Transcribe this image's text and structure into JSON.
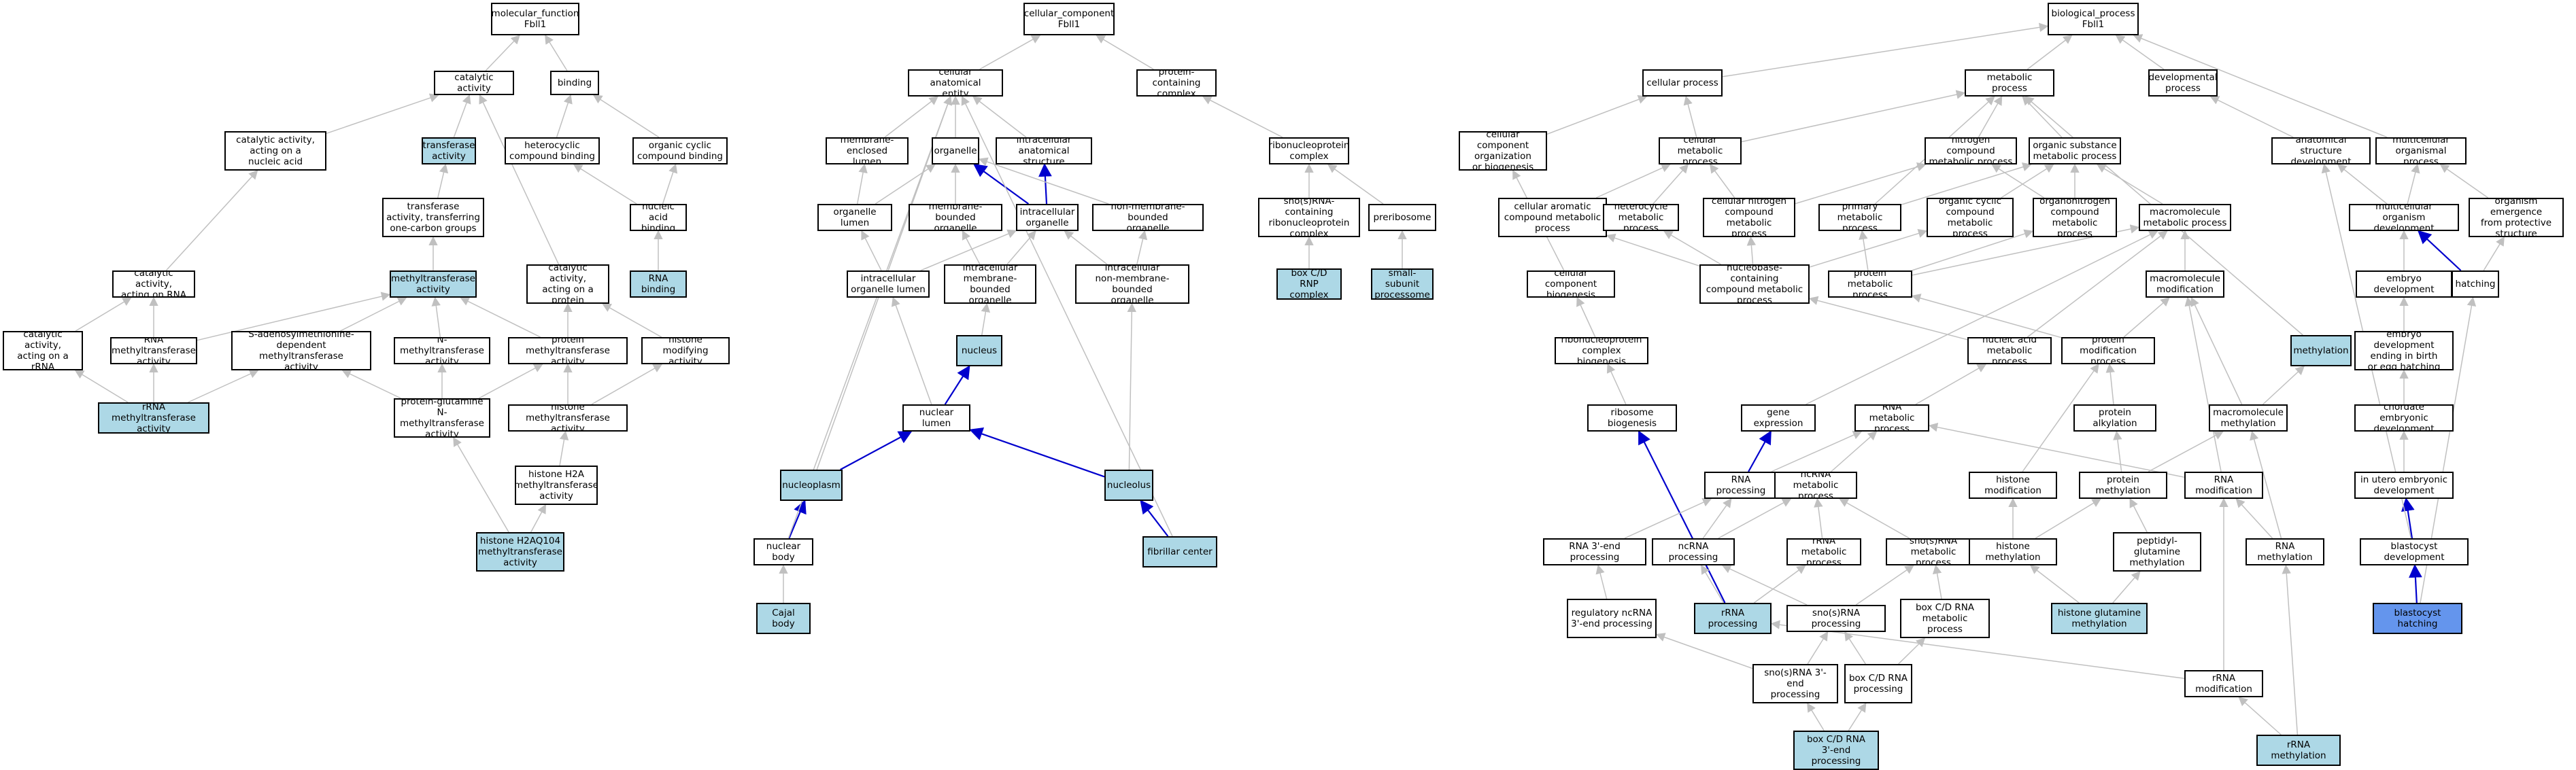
{
  "colors": {
    "edge_default": "#c0c0c0",
    "edge_highlight": "#0000cd",
    "node_highlight": "#add8e6",
    "node_focus": "#6495ed",
    "node_fill": "#ffffff"
  },
  "nodes": [
    {
      "id": "mf",
      "label": "molecular_function\nFbll1"
    },
    {
      "id": "cat",
      "label": "catalytic activity"
    },
    {
      "id": "bind",
      "label": "binding"
    },
    {
      "id": "cat_na",
      "label": "catalytic activity,\nacting on a\nnucleic acid"
    },
    {
      "id": "transf",
      "label": "transferase\nactivity",
      "hl": true
    },
    {
      "id": "hetcomp",
      "label": "heterocyclic\ncompound binding"
    },
    {
      "id": "orgcyc",
      "label": "organic cyclic\ncompound binding"
    },
    {
      "id": "transf1c",
      "label": "transferase\nactivity, transferring\none-carbon groups"
    },
    {
      "id": "nabind",
      "label": "nucleic acid\nbinding"
    },
    {
      "id": "methyltr",
      "label": "methyltransferase\nactivity",
      "hl": true
    },
    {
      "id": "cat_rna",
      "label": "catalytic activity,\nacting on RNA"
    },
    {
      "id": "cat_prot",
      "label": "catalytic activity,\nacting on a\nprotein"
    },
    {
      "id": "rnabind",
      "label": "RNA binding",
      "hl": true
    },
    {
      "id": "cat_rrna",
      "label": "catalytic activity,\nacting on a\nrRNA"
    },
    {
      "id": "rnamt",
      "label": "RNA methyltransferase\nactivity"
    },
    {
      "id": "sam",
      "label": "S-adenosylmethionine-dependent\nmethyltransferase\nactivity"
    },
    {
      "id": "nmt",
      "label": "N-methyltransferase\nactivity"
    },
    {
      "id": "protmt",
      "label": "protein methyltransferase\nactivity"
    },
    {
      "id": "histmod",
      "label": "histone modifying\nactivity"
    },
    {
      "id": "rrnamt",
      "label": "rRNA methyltransferase\nactivity",
      "hl": true
    },
    {
      "id": "pqnmt",
      "label": "protein-glutamine\nN-methyltransferase\nactivity"
    },
    {
      "id": "histmt",
      "label": "histone methyltransferase\nactivity"
    },
    {
      "id": "h2amt",
      "label": "histone H2A\nmethyltransferase\nactivity"
    },
    {
      "id": "h2aq104",
      "label": "histone H2AQ104\nmethyltransferase\nactivity",
      "hl": true
    },
    {
      "id": "cc",
      "label": "cellular_component\nFbll1"
    },
    {
      "id": "cae",
      "label": "cellular anatomical\nentity"
    },
    {
      "id": "pcc",
      "label": "protein-containing\ncomplex"
    },
    {
      "id": "mel",
      "label": "membrane-enclosed\nlumen"
    },
    {
      "id": "org",
      "label": "organelle"
    },
    {
      "id": "ias",
      "label": "intracellular\nanatomical structure"
    },
    {
      "id": "rnp",
      "label": "ribonucleoprotein\ncomplex"
    },
    {
      "id": "orglum",
      "label": "organelle lumen"
    },
    {
      "id": "mbo",
      "label": "membrane-bounded\norganelle"
    },
    {
      "id": "io",
      "label": "intracellular\norganelle"
    },
    {
      "id": "nmbo",
      "label": "non-membrane-bounded\norganelle"
    },
    {
      "id": "snornp",
      "label": "sno(s)RNA-containing\nribonucleoprotein\ncomplex"
    },
    {
      "id": "prerib",
      "label": "preribosome"
    },
    {
      "id": "iol",
      "label": "intracellular\norganelle lumen"
    },
    {
      "id": "imbo",
      "label": "intracellular\nmembrane-bounded\norganelle"
    },
    {
      "id": "inmbo",
      "label": "intracellular\nnon-membrane-bounded\norganelle"
    },
    {
      "id": "boxcd",
      "label": "box C/D RNP\ncomplex",
      "hl": true
    },
    {
      "id": "ssp",
      "label": "small-subunit\nprocessome",
      "hl": true
    },
    {
      "id": "nucleus",
      "label": "nucleus",
      "hl": true
    },
    {
      "id": "nuclum",
      "label": "nuclear lumen"
    },
    {
      "id": "nucleoplasm",
      "label": "nucleoplasm",
      "hl": true
    },
    {
      "id": "nucleolus",
      "label": "nucleolus",
      "hl": true
    },
    {
      "id": "nucbody",
      "label": "nuclear body"
    },
    {
      "id": "fibc",
      "label": "fibrillar center",
      "hl": true
    },
    {
      "id": "cajal",
      "label": "Cajal body",
      "hl": true
    },
    {
      "id": "bp",
      "label": "biological_process\nFbll1"
    },
    {
      "id": "cellproc",
      "label": "cellular process"
    },
    {
      "id": "metproc",
      "label": "metabolic process"
    },
    {
      "id": "devproc",
      "label": "developmental\nprocess"
    },
    {
      "id": "ccob",
      "label": "cellular component\norganization\nor biogenesis"
    },
    {
      "id": "cmp",
      "label": "cellular metabolic\nprocess"
    },
    {
      "id": "ncmp",
      "label": "nitrogen compound\nmetabolic process"
    },
    {
      "id": "osmp",
      "label": "organic substance\nmetabolic process"
    },
    {
      "id": "asd",
      "label": "anatomical structure\ndevelopment"
    },
    {
      "id": "mop",
      "label": "multicellular\norganismal process"
    },
    {
      "id": "cacmp",
      "label": "cellular aromatic\ncompound metabolic\nprocess"
    },
    {
      "id": "hmp",
      "label": "heterocycle\nmetabolic process"
    },
    {
      "id": "cncmp",
      "label": "cellular nitrogen\ncompound metabolic\nprocess"
    },
    {
      "id": "pmp",
      "label": "primary metabolic\nprocess"
    },
    {
      "id": "occmp",
      "label": "organic cyclic\ncompound metabolic\nprocess"
    },
    {
      "id": "oncmp",
      "label": "organonitrogen\ncompound metabolic\nprocess"
    },
    {
      "id": "macmp",
      "label": "macromolecule\nmetabolic process"
    },
    {
      "id": "mod",
      "label": "multicellular\norganism development"
    },
    {
      "id": "oefps",
      "label": "organism emergence\nfrom protective\nstructure"
    },
    {
      "id": "ccb",
      "label": "cellular component\nbiogenesis"
    },
    {
      "id": "nbcmp",
      "label": "nucleobase-containing\ncompound metabolic\nprocess"
    },
    {
      "id": "protmp",
      "label": "protein metabolic\nprocess"
    },
    {
      "id": "macmod",
      "label": "macromolecule\nmodification"
    },
    {
      "id": "embdev",
      "label": "embryo development"
    },
    {
      "id": "hatching",
      "label": "hatching"
    },
    {
      "id": "rnpcb",
      "label": "ribonucleoprotein\ncomplex biogenesis"
    },
    {
      "id": "namp",
      "label": "nucleic acid\nmetabolic process"
    },
    {
      "id": "pmodp",
      "label": "protein modification\nprocess"
    },
    {
      "id": "methylation",
      "label": "methylation",
      "hl": true
    },
    {
      "id": "edeb",
      "label": "embryo development\nending in birth\nor egg hatching"
    },
    {
      "id": "ribobio",
      "label": "ribosome biogenesis"
    },
    {
      "id": "geneexp",
      "label": "gene expression"
    },
    {
      "id": "rnamp",
      "label": "RNA metabolic\nprocess"
    },
    {
      "id": "protalk",
      "label": "protein alkylation"
    },
    {
      "id": "macmeth",
      "label": "macromolecule\nmethylation"
    },
    {
      "id": "ced",
      "label": "chordate embryonic\ndevelopment"
    },
    {
      "id": "rnaproc",
      "label": "RNA processing"
    },
    {
      "id": "ncrnamp",
      "label": "ncRNA metabolic\nprocess"
    },
    {
      "id": "histmodp",
      "label": "histone modification"
    },
    {
      "id": "protmeth",
      "label": "protein methylation"
    },
    {
      "id": "rnamod",
      "label": "RNA modification"
    },
    {
      "id": "iued",
      "label": "in utero embryonic\ndevelopment"
    },
    {
      "id": "rna3end",
      "label": "RNA 3'-end processing"
    },
    {
      "id": "ncrnaproc",
      "label": "ncRNA processing"
    },
    {
      "id": "rrnamp",
      "label": "rRNA metabolic\nprocess"
    },
    {
      "id": "snornamp",
      "label": "sno(s)RNA metabolic\nprocess"
    },
    {
      "id": "histmeth",
      "label": "histone methylation"
    },
    {
      "id": "pgm",
      "label": "peptidyl-glutamine\nmethylation"
    },
    {
      "id": "rnameth",
      "label": "RNA methylation"
    },
    {
      "id": "blastdev",
      "label": "blastocyst development"
    },
    {
      "id": "rnc3end",
      "label": "regulatory ncRNA\n3'-end processing"
    },
    {
      "id": "rrnaproc",
      "label": "rRNA processing",
      "hl": true
    },
    {
      "id": "snornaproc",
      "label": "sno(s)RNA processing"
    },
    {
      "id": "boxcdmp",
      "label": "box C/D RNA\nmetabolic process"
    },
    {
      "id": "hgm",
      "label": "histone glutamine\nmethylation",
      "hl": true
    },
    {
      "id": "blasthatch",
      "label": "blastocyst hatching",
      "focus": true
    },
    {
      "id": "sno3end",
      "label": "sno(s)RNA 3'-end\nprocessing"
    },
    {
      "id": "boxcdproc",
      "label": "box C/D RNA\nprocessing"
    },
    {
      "id": "rrnamod",
      "label": "rRNA modification"
    },
    {
      "id": "boxcd3end",
      "label": "box C/D RNA\n3'-end processing",
      "hl": true
    },
    {
      "id": "rrnameth",
      "label": "rRNA methylation",
      "hl": true
    }
  ],
  "edges": [
    [
      "cat",
      "mf",
      0
    ],
    [
      "bind",
      "mf",
      0
    ],
    [
      "cat_na",
      "cat",
      0
    ],
    [
      "transf",
      "cat",
      0
    ],
    [
      "cat_prot",
      "cat",
      0
    ],
    [
      "hetcomp",
      "bind",
      0
    ],
    [
      "orgcyc",
      "bind",
      0
    ],
    [
      "nabind",
      "hetcomp",
      0
    ],
    [
      "nabind",
      "orgcyc",
      0
    ],
    [
      "rnabind",
      "nabind",
      0
    ],
    [
      "transf1c",
      "transf",
      0
    ],
    [
      "methyltr",
      "transf1c",
      0
    ],
    [
      "cat_rna",
      "cat_na",
      0
    ],
    [
      "cat_rrna",
      "cat_rna",
      0
    ],
    [
      "rnamt",
      "cat_rna",
      0
    ],
    [
      "rnamt",
      "methyltr",
      0
    ],
    [
      "sam",
      "methyltr",
      0
    ],
    [
      "nmt",
      "methyltr",
      0
    ],
    [
      "protmt",
      "methyltr",
      0
    ],
    [
      "protmt",
      "cat_prot",
      0
    ],
    [
      "histmod",
      "cat_prot",
      0
    ],
    [
      "rrnamt",
      "cat_rrna",
      0
    ],
    [
      "rrnamt",
      "rnamt",
      0
    ],
    [
      "rrnamt",
      "sam",
      0
    ],
    [
      "pqnmt",
      "sam",
      0
    ],
    [
      "pqnmt",
      "nmt",
      0
    ],
    [
      "pqnmt",
      "protmt",
      0
    ],
    [
      "histmt",
      "protmt",
      0
    ],
    [
      "histmt",
      "histmod",
      0
    ],
    [
      "h2amt",
      "histmt",
      0
    ],
    [
      "h2aq104",
      "h2amt",
      0
    ],
    [
      "h2aq104",
      "pqnmt",
      0
    ],
    [
      "cae",
      "cc",
      0
    ],
    [
      "pcc",
      "cc",
      0
    ],
    [
      "mel",
      "cae",
      0
    ],
    [
      "org",
      "cae",
      0
    ],
    [
      "ias",
      "cae",
      0
    ],
    [
      "rnp",
      "pcc",
      0
    ],
    [
      "snornp",
      "rnp",
      0
    ],
    [
      "prerib",
      "rnp",
      0
    ],
    [
      "boxcd",
      "snornp",
      0
    ],
    [
      "ssp",
      "prerib",
      0
    ],
    [
      "orglum",
      "mel",
      0
    ],
    [
      "orglum",
      "org",
      0
    ],
    [
      "mbo",
      "org",
      0
    ],
    [
      "io",
      "org",
      1
    ],
    [
      "io",
      "ias",
      1
    ],
    [
      "nmbo",
      "org",
      0
    ],
    [
      "iol",
      "orglum",
      0
    ],
    [
      "iol",
      "io",
      0
    ],
    [
      "imbo",
      "mbo",
      0
    ],
    [
      "imbo",
      "io",
      0
    ],
    [
      "inmbo",
      "nmbo",
      0
    ],
    [
      "inmbo",
      "io",
      0
    ],
    [
      "nucleus",
      "imbo",
      0
    ],
    [
      "nuclum",
      "nucleus",
      1
    ],
    [
      "nuclum",
      "iol",
      0
    ],
    [
      "nucleoplasm",
      "nuclum",
      1
    ],
    [
      "nucleolus",
      "nuclum",
      1
    ],
    [
      "nucleolus",
      "inmbo",
      0
    ],
    [
      "nucleoplasm",
      "cae",
      0
    ],
    [
      "nucbody",
      "nucleoplasm",
      1
    ],
    [
      "nucbody",
      "cae",
      0
    ],
    [
      "fibc",
      "nucleolus",
      1
    ],
    [
      "fibc",
      "cae",
      0
    ],
    [
      "cajal",
      "nucbody",
      0
    ],
    [
      "cellproc",
      "bp",
      0
    ],
    [
      "metproc",
      "bp",
      0
    ],
    [
      "devproc",
      "bp",
      0
    ],
    [
      "mop",
      "bp",
      0
    ],
    [
      "ccob",
      "cellproc",
      0
    ],
    [
      "cmp",
      "cellproc",
      0
    ],
    [
      "cmp",
      "metproc",
      0
    ],
    [
      "ncmp",
      "metproc",
      0
    ],
    [
      "osmp",
      "metproc",
      0
    ],
    [
      "pmp",
      "metproc",
      0
    ],
    [
      "methylation",
      "metproc",
      0
    ],
    [
      "asd",
      "devproc",
      0
    ],
    [
      "mod",
      "mop",
      0
    ],
    [
      "mod",
      "asd",
      0
    ],
    [
      "oefps",
      "mop",
      0
    ],
    [
      "cacmp",
      "cmp",
      0
    ],
    [
      "hmp",
      "cmp",
      0
    ],
    [
      "cncmp",
      "cmp",
      0
    ],
    [
      "cncmp",
      "ncmp",
      0
    ],
    [
      "pmp",
      "osmp",
      0
    ],
    [
      "occmp",
      "osmp",
      0
    ],
    [
      "oncmp",
      "osmp",
      0
    ],
    [
      "oncmp",
      "ncmp",
      0
    ],
    [
      "macmp",
      "osmp",
      0
    ],
    [
      "ccb",
      "ccob",
      0
    ],
    [
      "rnpcb",
      "ccb",
      0
    ],
    [
      "ribobio",
      "rnpcb",
      0
    ],
    [
      "rrnaproc",
      "ribobio",
      1
    ],
    [
      "nbcmp",
      "cacmp",
      0
    ],
    [
      "nbcmp",
      "hmp",
      0
    ],
    [
      "nbcmp",
      "cncmp",
      0
    ],
    [
      "nbcmp",
      "occmp",
      0
    ],
    [
      "protmp",
      "pmp",
      0
    ],
    [
      "protmp",
      "oncmp",
      0
    ],
    [
      "protmp",
      "macmp",
      0
    ],
    [
      "macmod",
      "macmp",
      0
    ],
    [
      "namp",
      "nbcmp",
      0
    ],
    [
      "namp",
      "macmp",
      0
    ],
    [
      "geneexp",
      "macmp",
      0
    ],
    [
      "pmodp",
      "protmp",
      0
    ],
    [
      "pmodp",
      "macmod",
      0
    ],
    [
      "macmeth",
      "macmod",
      0
    ],
    [
      "macmeth",
      "methylation",
      0
    ],
    [
      "embdev",
      "mod",
      0
    ],
    [
      "hatching",
      "oefps",
      0
    ],
    [
      "hatching",
      "mod",
      1
    ],
    [
      "edeb",
      "embdev",
      0
    ],
    [
      "ced",
      "edeb",
      0
    ],
    [
      "iued",
      "ced",
      0
    ],
    [
      "blastdev",
      "iued",
      1
    ],
    [
      "blastdev",
      "asd",
      0
    ],
    [
      "blasthatch",
      "blastdev",
      1
    ],
    [
      "blasthatch",
      "hatching",
      0
    ],
    [
      "rnamp",
      "namp",
      0
    ],
    [
      "rnaproc",
      "geneexp",
      1
    ],
    [
      "rnaproc",
      "rnamp",
      0
    ],
    [
      "ncrnamp",
      "rnamp",
      0
    ],
    [
      "protalk",
      "pmodp",
      0
    ],
    [
      "histmodp",
      "pmodp",
      0
    ],
    [
      "protmeth",
      "protalk",
      0
    ],
    [
      "protmeth",
      "macmeth",
      0
    ],
    [
      "rnamod",
      "rnamp",
      0
    ],
    [
      "rnamod",
      "macmod",
      0
    ],
    [
      "rna3end",
      "rnaproc",
      0
    ],
    [
      "ncrnaproc",
      "rnaproc",
      0
    ],
    [
      "ncrnaproc",
      "ncrnamp",
      0
    ],
    [
      "rrnamp",
      "ncrnamp",
      0
    ],
    [
      "snornamp",
      "ncrnamp",
      0
    ],
    [
      "histmeth",
      "histmodp",
      0
    ],
    [
      "histmeth",
      "protmeth",
      0
    ],
    [
      "pgm",
      "protmeth",
      0
    ],
    [
      "rnameth",
      "rnamod",
      0
    ],
    [
      "rnameth",
      "macmeth",
      0
    ],
    [
      "rnc3end",
      "rna3end",
      0
    ],
    [
      "rrnaproc",
      "ncrnaproc",
      0
    ],
    [
      "rrnaproc",
      "rrnamp",
      0
    ],
    [
      "snornaproc",
      "ncrnaproc",
      0
    ],
    [
      "snornaproc",
      "snornamp",
      0
    ],
    [
      "boxcdmp",
      "snornamp",
      0
    ],
    [
      "hgm",
      "histmeth",
      0
    ],
    [
      "hgm",
      "pgm",
      0
    ],
    [
      "sno3end",
      "rnc3end",
      0
    ],
    [
      "sno3end",
      "snornaproc",
      0
    ],
    [
      "boxcdproc",
      "snornaproc",
      0
    ],
    [
      "boxcdproc",
      "boxcdmp",
      0
    ],
    [
      "rrnamod",
      "rnamod",
      0
    ],
    [
      "rrnamod",
      "rrnaproc",
      0
    ],
    [
      "boxcd3end",
      "sno3end",
      0
    ],
    [
      "boxcd3end",
      "boxcdproc",
      0
    ],
    [
      "rrnameth",
      "rrnamod",
      0
    ],
    [
      "rrnameth",
      "rnameth",
      0
    ]
  ]
}
